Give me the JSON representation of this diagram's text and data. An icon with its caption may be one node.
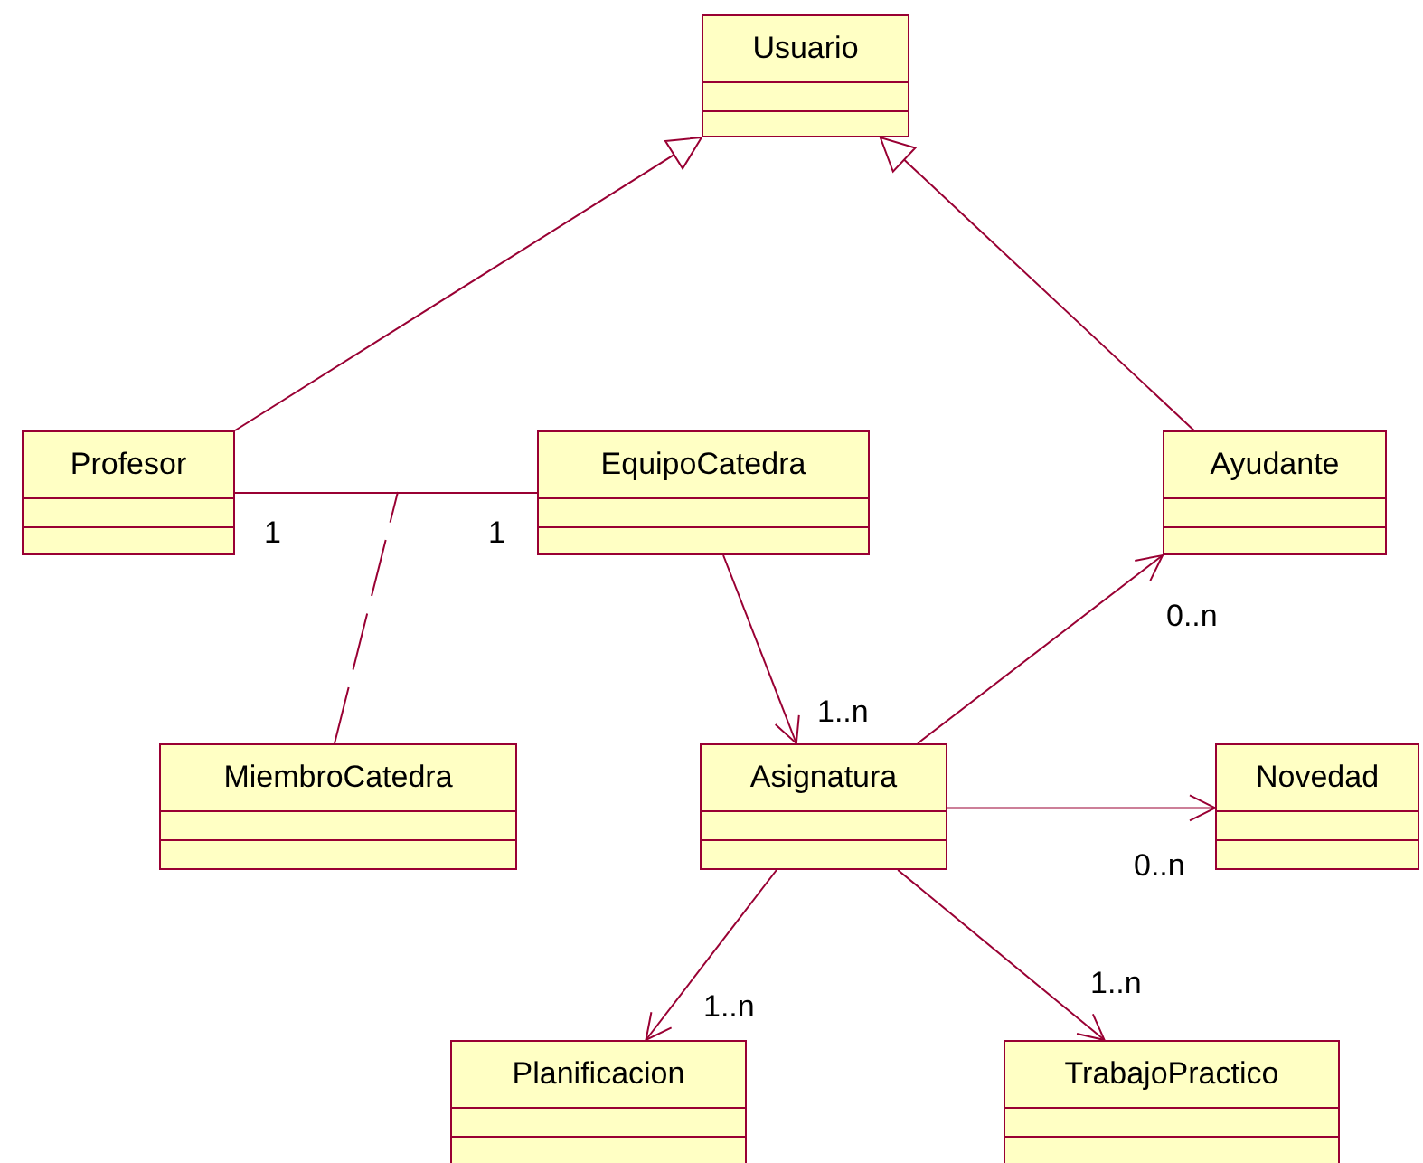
{
  "diagram": {
    "nodes": [
      {
        "text": [
          "Usuario"
        ]
      },
      {
        "text": [
          "Profesor"
        ]
      },
      {
        "text": [
          "EquipoCatedra"
        ]
      },
      {
        "text": [
          "Ayudante"
        ]
      },
      {
        "text": [
          "MiembroCatedra"
        ]
      },
      {
        "text": [
          "Asignatura"
        ]
      },
      {
        "text": [
          "Novedad"
        ]
      },
      {
        "text": [
          "Planificacion"
        ]
      },
      {
        "text": [
          "TrabajoPractico"
        ]
      }
    ],
    "edges": [
      {
        "from": 1,
        "to": 0,
        "arrow": "to"
      },
      {
        "from": 3,
        "to": 0,
        "arrow": "to"
      },
      {
        "from": 1,
        "to": 2,
        "arrow": "none"
      },
      {
        "from": 4,
        "to": null,
        "arrow": "none",
        "style": "dashed"
      },
      {
        "from": 2,
        "to": 5,
        "arrow": "to"
      },
      {
        "from": 5,
        "to": 3,
        "arrow": "to"
      },
      {
        "from": 5,
        "to": 6,
        "arrow": "to"
      },
      {
        "from": 5,
        "to": 7,
        "arrow": "to"
      },
      {
        "from": 5,
        "to": 8,
        "arrow": "to"
      }
    ],
    "labels": [
      "1",
      "1",
      "0..n",
      "1..n",
      "0..n",
      "1..n",
      "1..n"
    ]
  }
}
